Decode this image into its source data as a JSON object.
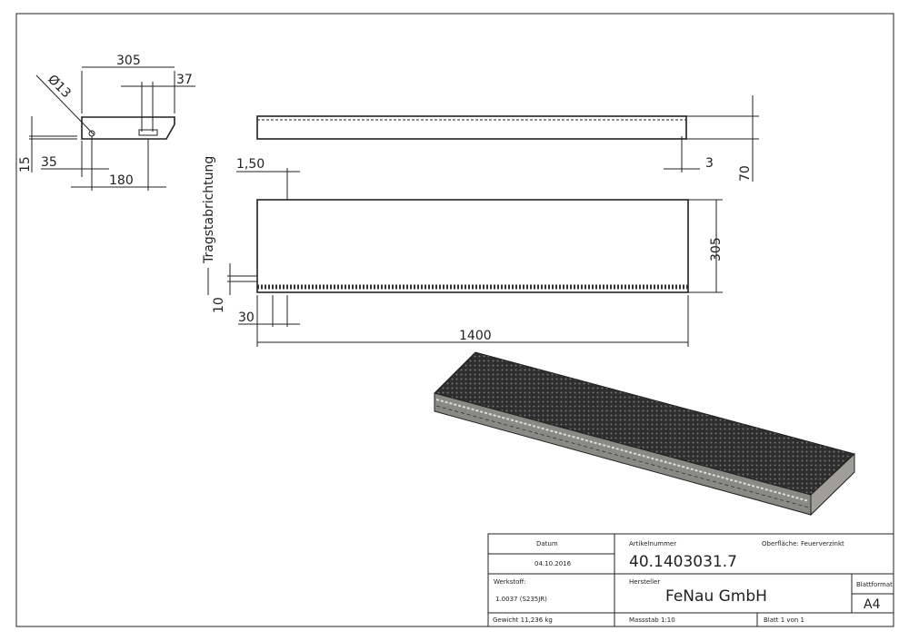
{
  "dimensions": {
    "side_width": "305",
    "side_37": "37",
    "hole_diameter": "Ø13",
    "side_15": "15",
    "side_35": "35",
    "side_180": "180",
    "load_direction": "Tragstabrichtung",
    "bar_thickness": "1,50",
    "flat_3": "3",
    "height_70": "70",
    "width_305": "305",
    "pitch_10": "10",
    "pitch_30": "30",
    "length_1400": "1400"
  },
  "title_block": {
    "date_label": "Datum",
    "date_value": "04.10.2016",
    "article_label": "Artikelnummer",
    "article_value": "40.1403031.7",
    "surface": "Oberfläche: Feuerverzinkt",
    "material_label": "Werkstoff:",
    "material_value": "1.0037 (S235JR)",
    "manufacturer_label": "Hersteller",
    "manufacturer_value": "FeNau GmbH",
    "format_label": "Blattformat",
    "format_value": "A4",
    "weight": "Gewicht 11,236 kg",
    "scale": "Massstab 1:10",
    "sheet": "Blatt 1 von 1"
  }
}
